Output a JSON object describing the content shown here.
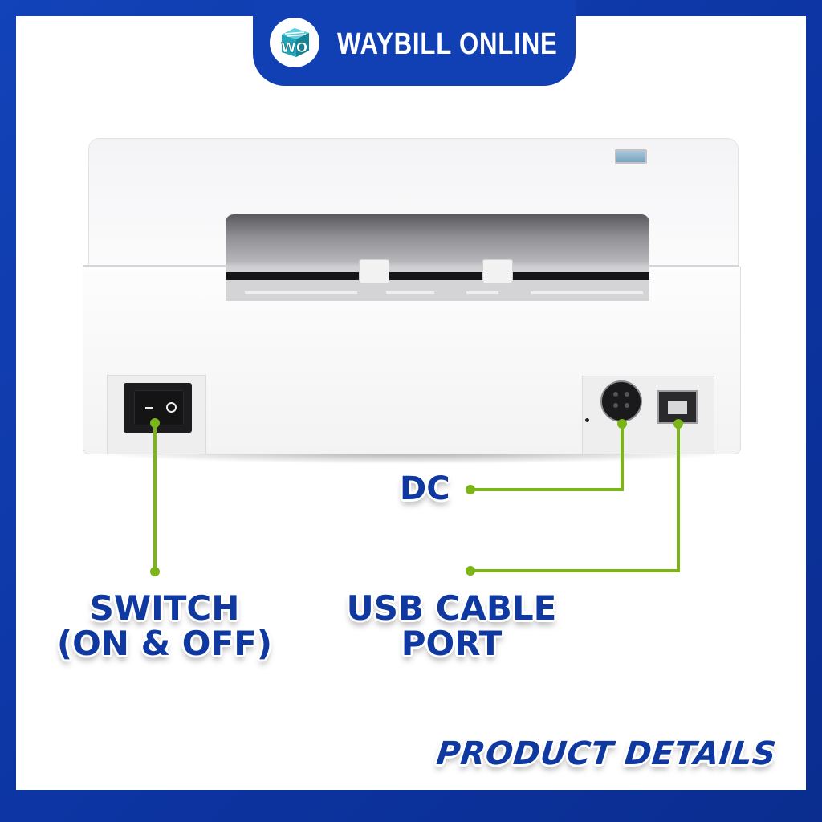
{
  "header": {
    "brand_name": "WAYBILL ONLINE",
    "logo_text": "WO",
    "brand_color": "#1140b4"
  },
  "product": {
    "name": "Thermal shipping label printer (rear view)",
    "features": {
      "display": "status display window",
      "paper_slot": "rear label feed slot with paper guides"
    }
  },
  "callouts": [
    {
      "id": "dc",
      "label": "DC"
    },
    {
      "id": "switch",
      "label_line1": "SWITCH",
      "label_line2": "(ON & OFF)"
    },
    {
      "id": "usb",
      "label_line1": "USB CABLE",
      "label_line2": "PORT"
    }
  ],
  "footer": {
    "title": "PRODUCT DETAILS"
  },
  "colors": {
    "frame": "#1140b4",
    "text": "#0f38a0",
    "callout_line": "#7cb518",
    "background": "#ffffff"
  }
}
